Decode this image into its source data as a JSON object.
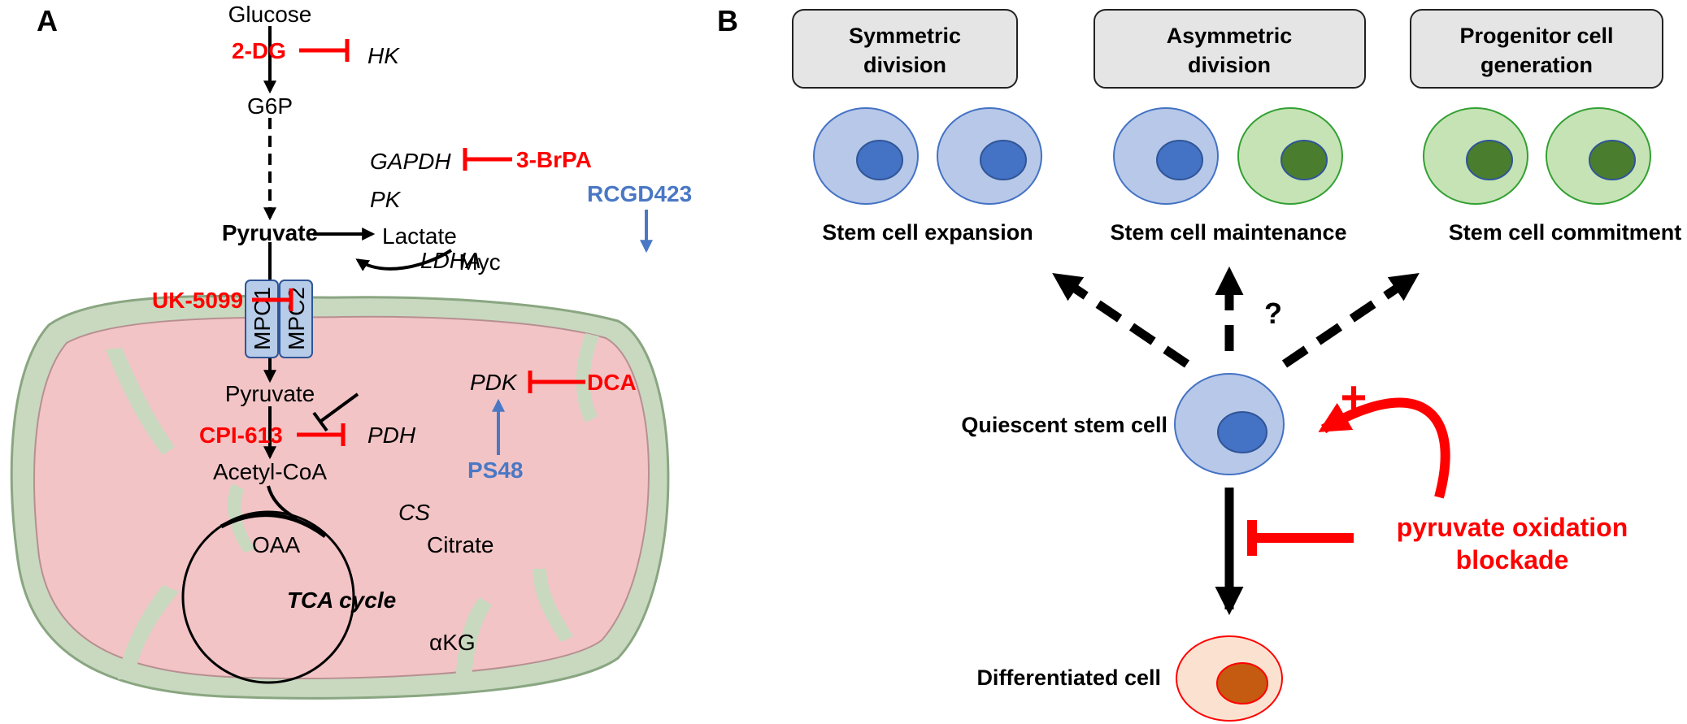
{
  "panel_a": {
    "label": "A",
    "metabolites": {
      "glucose": "Glucose",
      "g6p": "G6P",
      "pyruvate_cyto": "Pyruvate",
      "lactate": "Lactate",
      "myc": "Myc",
      "pyruvate_mito": "Pyruvate",
      "acetyl_coa": "Acetyl-CoA",
      "oaa": "OAA",
      "citrate": "Citrate",
      "akg": "αKG",
      "tca": "TCA cycle"
    },
    "enzymes": {
      "hk": "HK",
      "gapdh": "GAPDH",
      "pk": "PK",
      "ldha": "LDHA",
      "mpc1": "MPC1",
      "mpc2": "MPC2",
      "pdk": "PDK",
      "pdh": "PDH",
      "cs": "CS"
    },
    "inhibitors": {
      "dg": "2-DG",
      "brpa": "3-BrPA",
      "uk": "UK-5099",
      "dca": "DCA",
      "cpi": "CPI-613"
    },
    "activators": {
      "rcgd": "RCGD423",
      "ps48": "PS48"
    }
  },
  "panel_b": {
    "label": "B",
    "boxes": {
      "symmetric": [
        "Symmetric",
        "division"
      ],
      "asymmetric": [
        "Asymmetric",
        "division"
      ],
      "progenitor": [
        "Progenitor cell",
        "generation"
      ]
    },
    "outcomes": {
      "expansion": "Stem cell expansion",
      "maintenance": "Stem cell maintenance",
      "commitment": "Stem cell commitment"
    },
    "question": "?",
    "quiescent": "Quiescent stem cell",
    "differentiated": "Differentiated cell",
    "plus": "+",
    "blockade": [
      "pyruvate oxidation",
      "blockade"
    ]
  },
  "colors": {
    "stem_fill": "#b7c8e8",
    "stem_nucleus": "#4472c4",
    "progenitor_fill": "#c6e3b5",
    "progenitor_nucleus": "#4a7d2e",
    "diff_fill": "#fbe2d0",
    "diff_nucleus": "#c55a11",
    "inhibitor_red": "#ff0000",
    "activator_blue": "#4a78c4",
    "mito_outer": "#c8d9c0",
    "mito_inner": "#f2c4c6"
  }
}
